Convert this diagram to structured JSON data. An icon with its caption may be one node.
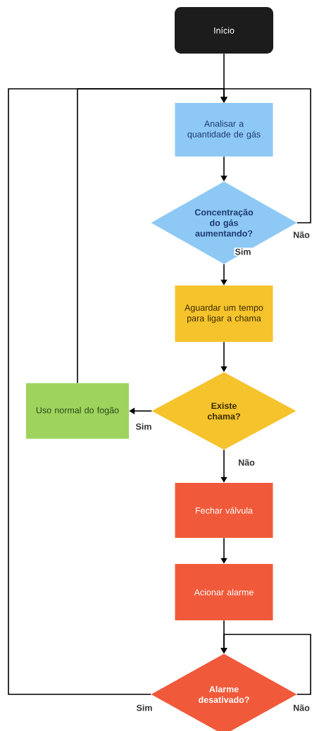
{
  "diagram": {
    "nodes": [
      {
        "text": [
          "Início"
        ]
      },
      {
        "text": [
          "Analisar a quantidade de gás"
        ]
      },
      {
        "text": [
          "Concentração do gás aumentando?"
        ]
      },
      {
        "text": [
          "Aguardar um tempo para ligar a chama"
        ]
      },
      {
        "text": [
          "Existe chama?"
        ]
      },
      {
        "text": [
          "Uso normal do fogão"
        ]
      },
      {
        "text": [
          "Fechar válvula"
        ]
      },
      {
        "text": [
          "Acionar alarme"
        ]
      },
      {
        "text": [
          "Alarme desativado?"
        ]
      }
    ],
    "edges": [
      {
        "from": 0,
        "to": 1,
        "arrow": "to"
      },
      {
        "from": 1,
        "to": 2,
        "arrow": "to"
      },
      {
        "from": 2,
        "to": 1,
        "arrow": "to",
        "label": "Não"
      },
      {
        "from": 2,
        "to": 3,
        "arrow": "to",
        "label": "Sim"
      },
      {
        "from": 3,
        "to": 4,
        "arrow": "to"
      },
      {
        "from": 4,
        "to": 5,
        "arrow": "to",
        "label": "Sim"
      },
      {
        "from": 4,
        "to": 6,
        "arrow": "to",
        "label": "Não"
      },
      {
        "from": 5,
        "to": 1,
        "arrow": "to"
      },
      {
        "from": 6,
        "to": 7,
        "arrow": "to"
      },
      {
        "from": 7,
        "to": 8,
        "arrow": "to"
      },
      {
        "from": 8,
        "to": 1,
        "arrow": "to",
        "label": "Sim"
      },
      {
        "from": 8,
        "to": 8,
        "arrow": "to",
        "label": "Não"
      }
    ]
  }
}
